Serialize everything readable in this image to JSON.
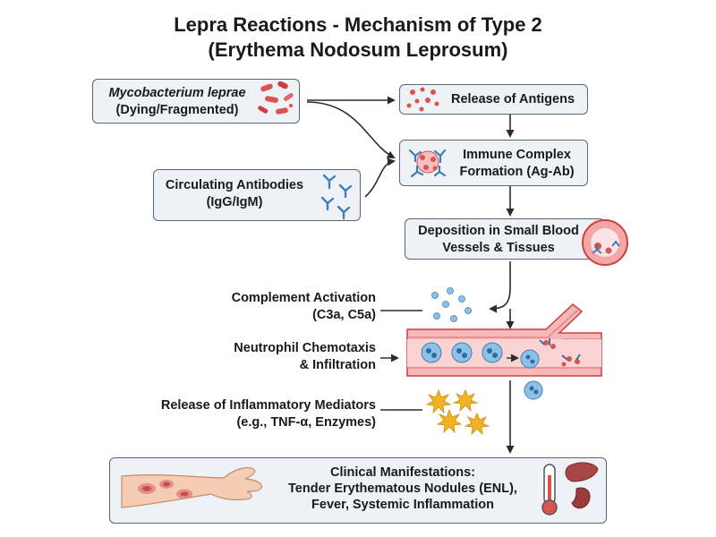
{
  "title": {
    "line1": "Lepra Reactions - Mechanism of Type 2",
    "line2": "(Erythema Nodosum Leprosum)"
  },
  "boxes": {
    "mycobacterium": {
      "name": "Mycobacterium leprae",
      "detail": "(Dying/Fragmented)"
    },
    "antibodies": {
      "line1": "Circulating Antibodies",
      "line2": "(IgG/IgM)"
    },
    "antigens": {
      "label": "Release of Antigens"
    },
    "immune_complex": {
      "line1": "Immune Complex",
      "line2": "Formation (Ag-Ab)"
    },
    "deposition": {
      "line1": "Deposition in Small Blood",
      "line2": "Vessels & Tissues"
    },
    "clinical": {
      "line1": "Clinical Manifestations:",
      "line2": "Tender Erythematous Nodules (ENL),",
      "line3": "Fever, Systemic Inflammation"
    }
  },
  "side_labels": {
    "complement": {
      "line1": "Complement Activation",
      "line2": "(C3a, C5a)"
    },
    "neutrophil": {
      "line1": "Neutrophil Chemotaxis",
      "line2": "& Infiltration"
    },
    "mediators": {
      "line1": "Release of Inflammatory Mediators",
      "line2": "(e.g., TNF-α, Enzymes)"
    }
  },
  "icons": [
    "bacteria-icon",
    "antigen-dots-icon",
    "immune-complex-icon",
    "antibody-icon",
    "vessel-cross-section-icon",
    "complement-dots-icon",
    "blood-vessel-icon",
    "mediator-burst-icon",
    "arm-icon",
    "thermometer-icon",
    "liver-icon",
    "kidney-icon"
  ],
  "colors": {
    "box_fill": "#eef2f7",
    "box_border": "#5a6675",
    "bacteria": "#d9534f",
    "antibody": "#3d7fb8",
    "vessel_wall": "#f6b8b8",
    "neutrophil": "#8ec1e6",
    "mediator": "#f0b323"
  }
}
